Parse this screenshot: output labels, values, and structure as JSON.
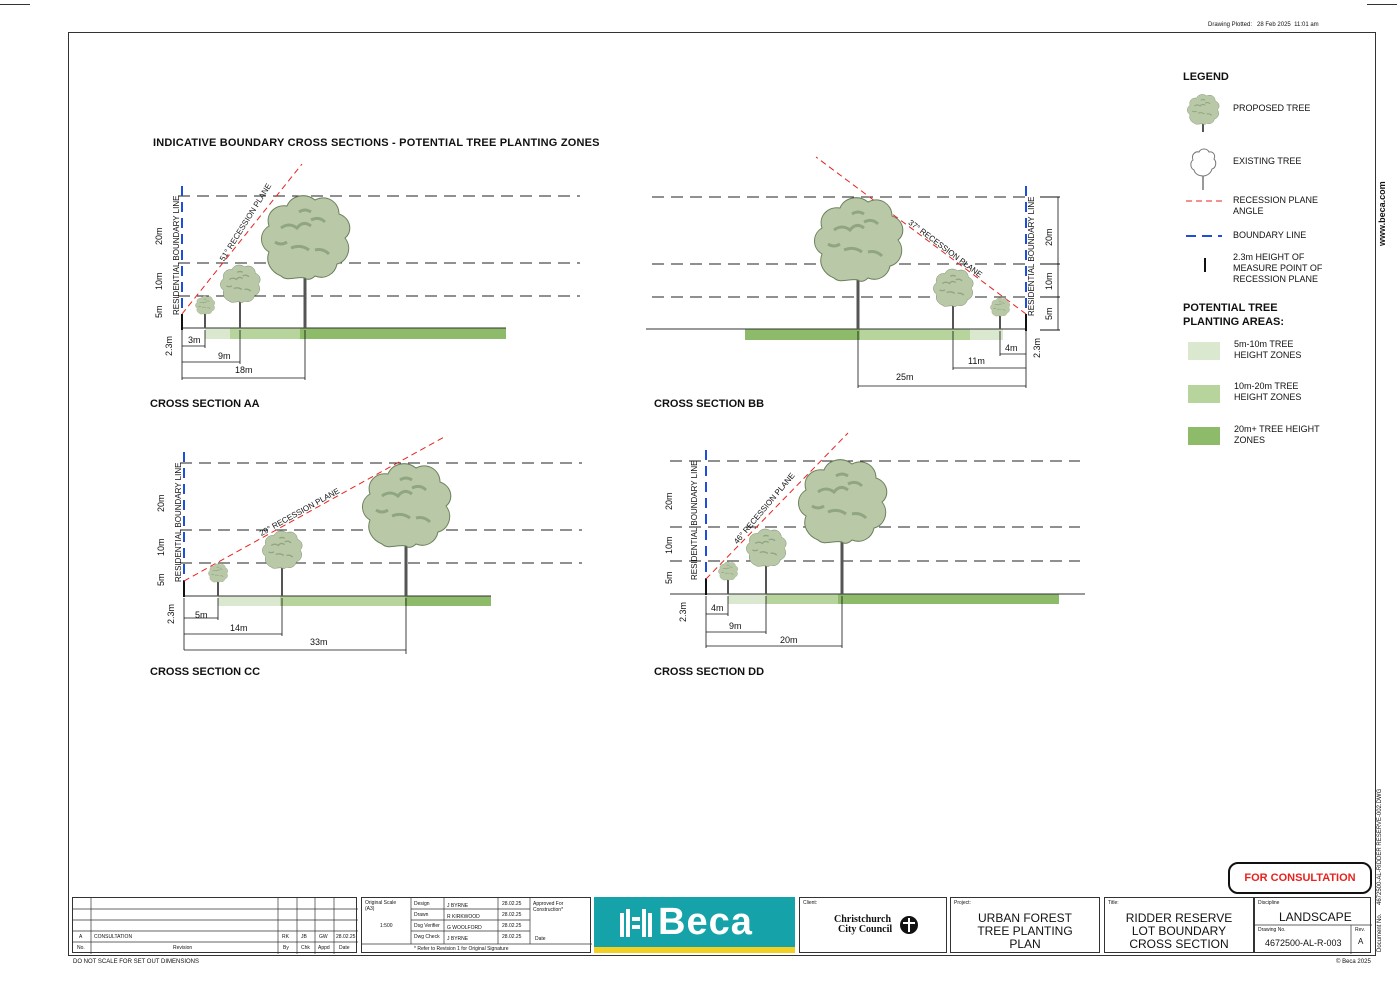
{
  "header": {
    "plotted_label": "Drawing Plotted:",
    "plotted_date": "28 Feb 2025",
    "plotted_time": "11:01 am"
  },
  "main_title": "INDICATIVE BOUNDARY CROSS SECTIONS - POTENTIAL TREE PLANTING ZONES",
  "sections": {
    "aa": {
      "title": "CROSS SECTION AA",
      "angle": "51° RECESSION PLANE",
      "boundary": "RESIDENTIAL BOUNDARY LINE",
      "h20": "20m",
      "h10": "10m",
      "h5": "5m",
      "h23": "2.3m",
      "d1": "3m",
      "d2": "9m",
      "d3": "18m"
    },
    "bb": {
      "title": "CROSS SECTION BB",
      "angle": "37° RECESSION PLANE",
      "boundary": "RESIDENTIAL BOUNDARY LINE",
      "h20": "20m",
      "h10": "10m",
      "h5": "5m",
      "h23": "2.3m",
      "d1": "4m",
      "d2": "11m",
      "d3": "25m"
    },
    "cc": {
      "title": "CROSS SECTION CC",
      "angle": "29° RECESSION PLANE",
      "boundary": "RESIDENTIAL BOUNDARY LINE",
      "h20": "20m",
      "h10": "10m",
      "h5": "5m",
      "h23": "2.3m",
      "d1": "5m",
      "d2": "14m",
      "d3": "33m"
    },
    "dd": {
      "title": "CROSS SECTION DD",
      "angle": "46° RECESSION PLANE",
      "boundary": "RESIDENTIAL BOUNDARY LINE",
      "h20": "20m",
      "h10": "10m",
      "h5": "5m",
      "h23": "2.3m",
      "d1": "4m",
      "d2": "9m",
      "d3": "20m"
    }
  },
  "legend": {
    "heading": "LEGEND",
    "proposed_tree": "PROPOSED TREE",
    "existing_tree": "EXISTING TREE",
    "recession_plane": "RECESSION PLANE ANGLE",
    "boundary_line": "BOUNDARY LINE",
    "measure_point": "2.3m HEIGHT OF MEASURE POINT OF RECESSION PLANE",
    "areas_heading": "POTENTIAL TREE PLANTING AREAS:",
    "zone_small": "5m-10m TREE HEIGHT ZONES",
    "zone_medium": "10m-20m TREE HEIGHT ZONES",
    "zone_large": "20m+ TREE HEIGHT ZONES",
    "colors": {
      "small": "#dbe8d0",
      "medium": "#b7d49c",
      "large": "#8dbb69",
      "recession": "#e8231e",
      "boundary": "#1f4fd6"
    }
  },
  "side": {
    "website": "www.beca.com",
    "document_path": "4672500-AL-RIDDER RESERVE-002.DWG",
    "document_label": "Document No."
  },
  "consultation_badge": "FOR CONSULTATION",
  "revision_table": {
    "row": {
      "rev": "A",
      "revision": "CONSULTATION",
      "by": "RK",
      "chk": "JB",
      "appd": "GW",
      "date": "28.02.25"
    },
    "headers": {
      "no": "No.",
      "revision": "Revision",
      "by": "By",
      "chk": "Chk",
      "appd": "Appd",
      "date": "Date"
    }
  },
  "scale_box": {
    "label": "Original Scale (A3)",
    "value": "1:500"
  },
  "signatures": {
    "rows": [
      {
        "role": "Design",
        "name": "J BYRNE",
        "date": "28.02.25"
      },
      {
        "role": "Drawn",
        "name": "R KIRKWOOD",
        "date": "28.02.25"
      },
      {
        "role": "Dsg Verifier",
        "name": "G WOOLFORD",
        "date": "28.02.25"
      },
      {
        "role": "Dwg Check",
        "name": "J BYRNE",
        "date": "28.02.25"
      }
    ],
    "approved": "Approved For Construction*",
    "date_label": "Date",
    "note": "* Refer to Revision 1 for Original Signature"
  },
  "brand": {
    "name": "Beca"
  },
  "client": {
    "label": "Client:",
    "name_line1": "Christchurch",
    "name_line2": "City Council"
  },
  "project": {
    "label": "Project:",
    "line1": "URBAN FOREST",
    "line2": "TREE PLANTING",
    "line3": "PLAN"
  },
  "title_block": {
    "label": "Title:",
    "line1": "RIDDER RESERVE",
    "line2": "LOT BOUNDARY",
    "line3": "CROSS SECTION"
  },
  "discipline": {
    "label": "Discipline",
    "value": "LANDSCAPE",
    "drawing_label": "Drawing No.",
    "drawing_no": "4672500-AL-R-003",
    "rev_label": "Rev.",
    "rev": "A"
  },
  "footer": {
    "left": "DO NOT SCALE FOR SET OUT DIMENSIONS",
    "right": "© Beca 2025"
  }
}
